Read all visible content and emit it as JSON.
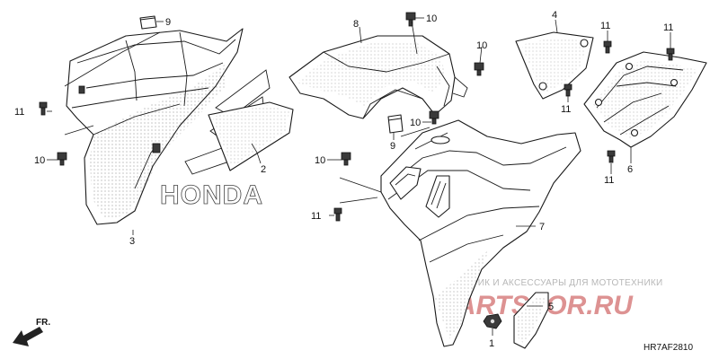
{
  "callouts": {
    "c1": "1",
    "c2": "2",
    "c3": "3",
    "c4": "4",
    "c5": "5",
    "c6": "6",
    "c7": "7",
    "c8": "8",
    "c9a": "9",
    "c9b": "9",
    "c10a": "10",
    "c10b": "10",
    "c10c": "10",
    "c10d": "10",
    "c10e": "10",
    "c11a": "11",
    "c11b": "11",
    "c11c": "11",
    "c11d": "11",
    "c11e": "11",
    "c11f": "11"
  },
  "decal_text": "HONDA",
  "front_marker": "FR.",
  "diagram_code": "HR7AF2810",
  "watermark": {
    "caption": "ПЛАСТИК И АКСЕССУАРЫ ДЛЯ МОТОТЕХНИКИ",
    "logo": "PARTSFOR.RU"
  },
  "colors": {
    "line": "#1a1a1a",
    "watermark_red": "#c23a3a",
    "watermark_grey": "#b7b7b7"
  }
}
